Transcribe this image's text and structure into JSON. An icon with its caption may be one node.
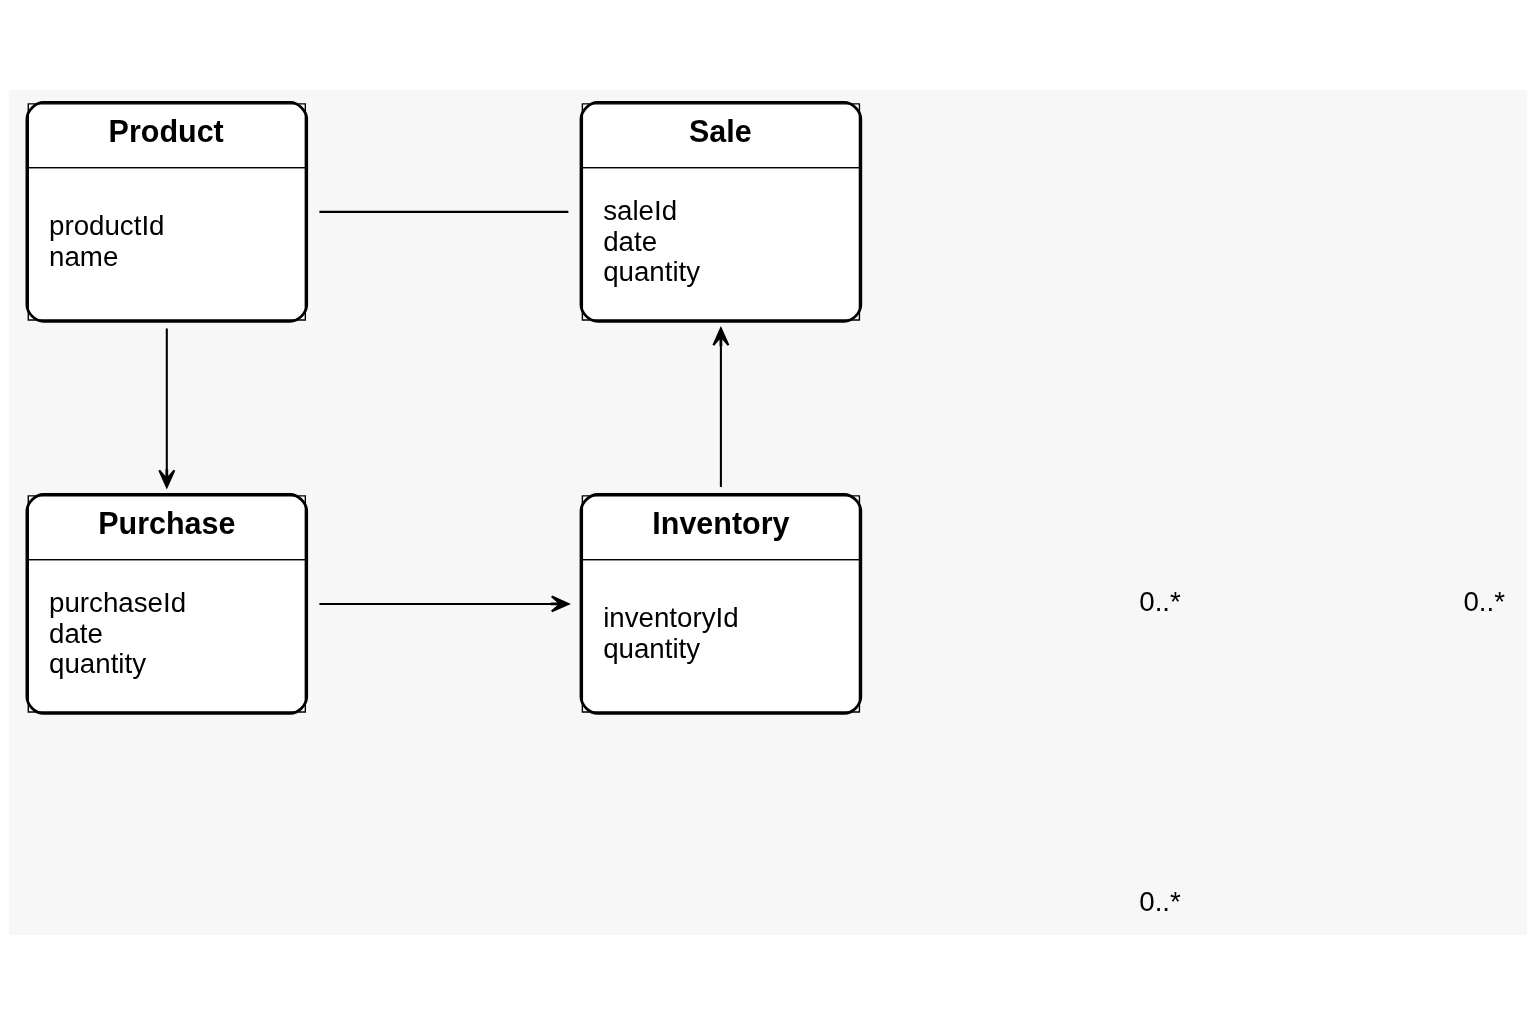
{
  "diagram": {
    "nodes": [
      {
        "text": [
          "Product",
          "productId",
          "name"
        ]
      },
      {
        "text": [
          "Sale",
          "saleId",
          "date",
          "quantity"
        ]
      },
      {
        "text": [
          "Purchase",
          "purchaseId",
          "date",
          "quantity"
        ]
      },
      {
        "text": [
          "Inventory",
          "inventoryId",
          "quantity"
        ]
      }
    ],
    "edges": [
      {
        "from": 0,
        "to": 1,
        "arrow": "none"
      },
      {
        "from": 0,
        "to": 2,
        "arrow": "to"
      },
      {
        "from": 2,
        "to": 3,
        "arrow": "to"
      },
      {
        "from": 3,
        "to": 1,
        "arrow": "to"
      }
    ],
    "labels": [
      "0..*",
      "0..*",
      "0..*"
    ]
  }
}
